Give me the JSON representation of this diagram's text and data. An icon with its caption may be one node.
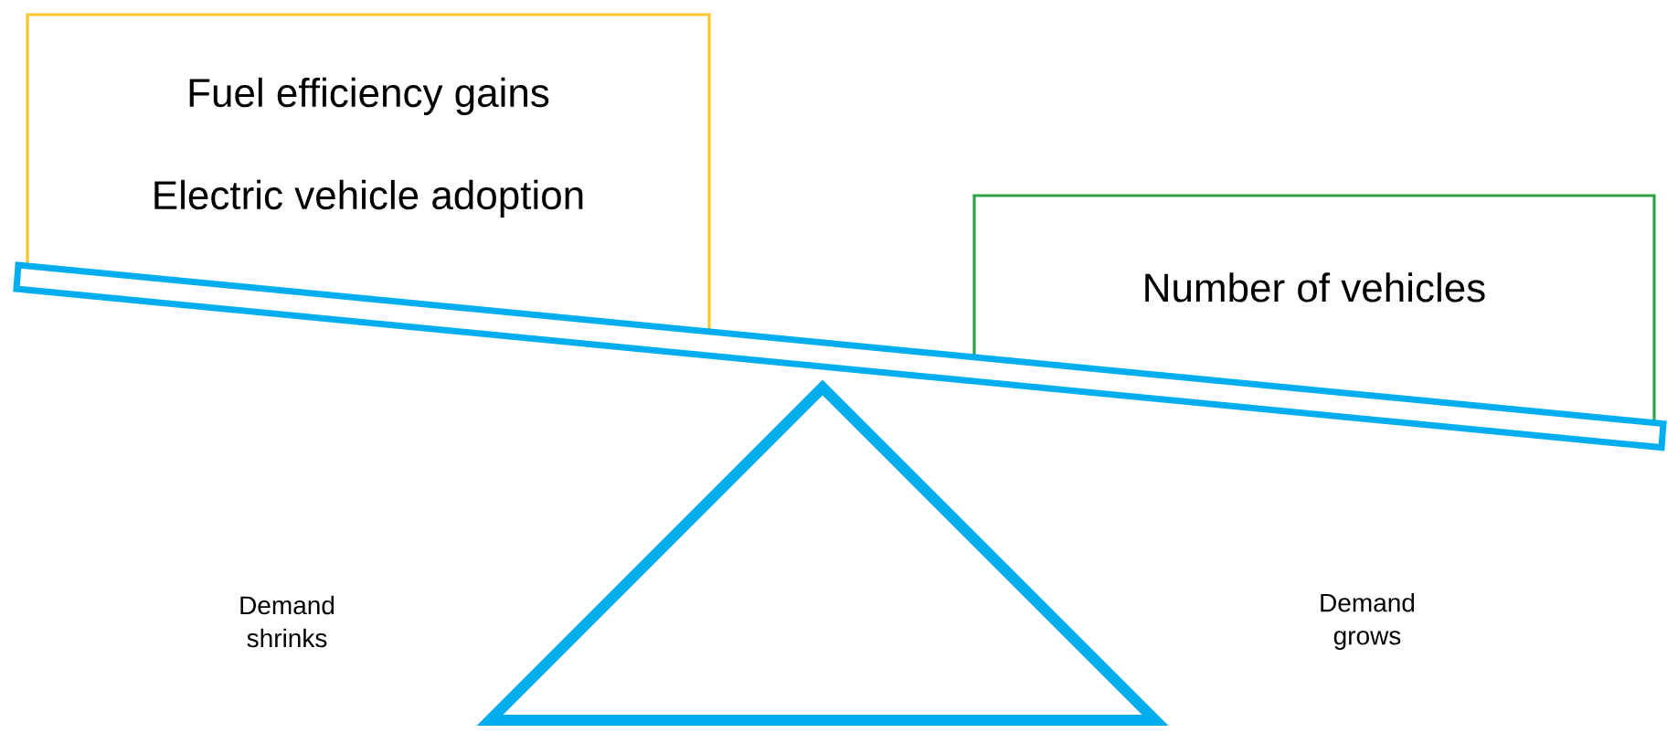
{
  "diagram": {
    "nodes": [
      {
        "text": [
          "Fuel efficiency gains",
          "Electric vehicle adoption"
        ]
      },
      {
        "text": [
          "Number of vehicles"
        ]
      }
    ],
    "labels": [
      "Demand shrinks",
      "Demand grows"
    ]
  }
}
